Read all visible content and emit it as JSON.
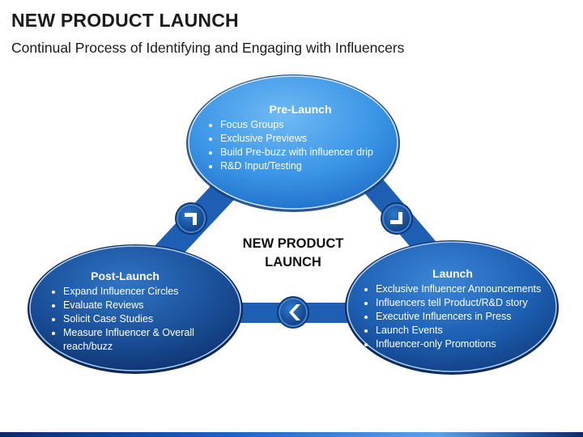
{
  "header": {
    "title": "NEW PRODUCT LAUNCH",
    "subtitle": "Continual Process of Identifying and Engaging with Influencers"
  },
  "center": {
    "line1": "NEW PRODUCT",
    "line2": "LAUNCH"
  },
  "stages": {
    "pre_launch": {
      "title": "Pre-Launch",
      "items": [
        "Focus Groups",
        "Exclusive Previews",
        "Build Pre-buzz with influencer drip",
        "R&D Input/Testing"
      ]
    },
    "launch": {
      "title": "Launch",
      "items": [
        "Exclusive Influencer Announcements",
        "Influencers tell Product/R&D story",
        "Executive Influencers in Press",
        "Launch Events",
        "Influencer-only Promotions"
      ]
    },
    "post_launch": {
      "title": "Post-Launch",
      "items": [
        "Expand Influencer Circles",
        "Evaluate Reviews",
        "Solicit Case Studies",
        "Measure Influencer & Overall reach/buzz"
      ]
    }
  },
  "colors": {
    "pre_launch_fill": "#3f9ae8",
    "launch_fill": "#1c5fb0",
    "post_launch_fill": "#1a4f94",
    "connector": "#1e5fb4",
    "chevron": "#ffffff"
  },
  "icons": {
    "connectors": [
      "chevron-right-icon",
      "chevron-down-right-icon",
      "chevron-left-icon"
    ]
  }
}
